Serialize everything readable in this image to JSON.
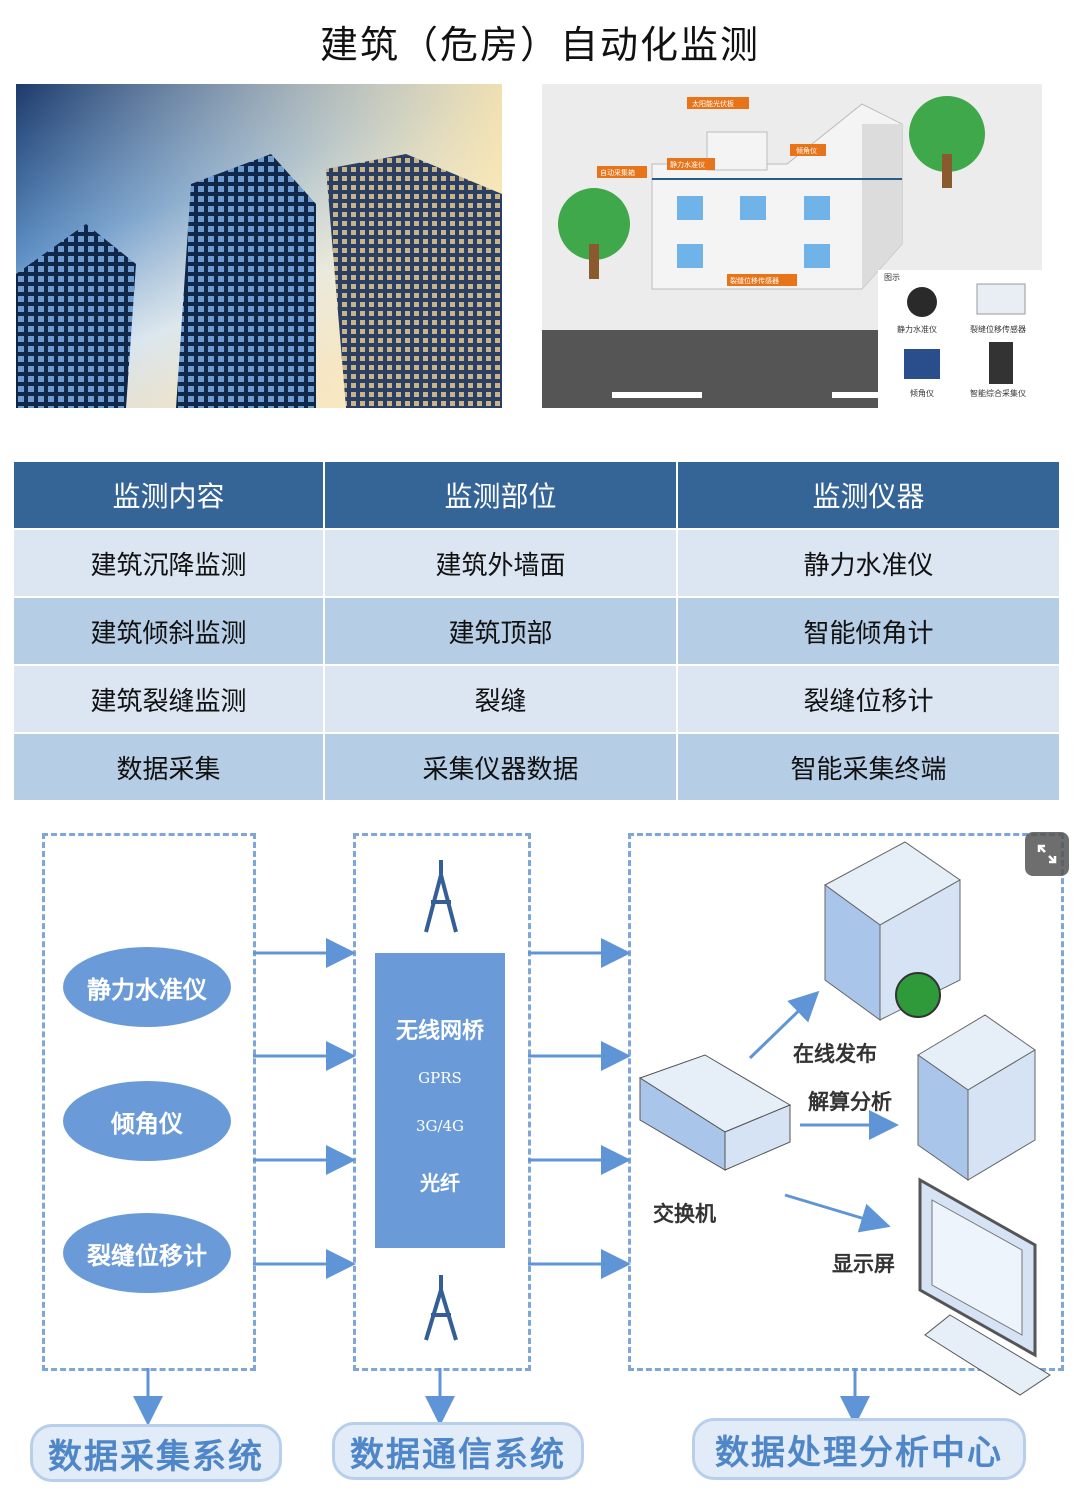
{
  "title": "建筑（危房）自动化监测",
  "schematic": {
    "callouts": [
      "太阳能光伏板",
      "自动采集箱",
      "静力水准仪",
      "倾角仪",
      "裂缝位移传感器"
    ],
    "legend_title": "图示",
    "legend_items": [
      "静力水准仪",
      "裂缝位移传感器",
      "倾角仪",
      "智能综合采集仪"
    ]
  },
  "table": {
    "headers": [
      "监测内容",
      "监测部位",
      "监测仪器"
    ],
    "rows": [
      [
        "建筑沉降监测",
        "建筑外墙面",
        "静力水准仪"
      ],
      [
        "建筑倾斜监测",
        "建筑顶部",
        "智能倾角计"
      ],
      [
        "建筑裂缝监测",
        "裂缝",
        "裂缝位移计"
      ],
      [
        "数据采集",
        "采集仪器数据",
        "智能采集终端"
      ]
    ]
  },
  "diagram": {
    "sensors": [
      "静力水准仪",
      "倾角仪",
      "裂缝位移计"
    ],
    "bridge": [
      "无线网桥",
      "GPRS",
      "3G/4G",
      "光纤"
    ],
    "center_labels": {
      "publish": "在线发布",
      "analysis": "解算分析",
      "switch": "交换机",
      "display": "显示屏"
    },
    "systems": [
      "数据采集系统",
      "数据通信系统",
      "数据处理分析中心"
    ]
  }
}
